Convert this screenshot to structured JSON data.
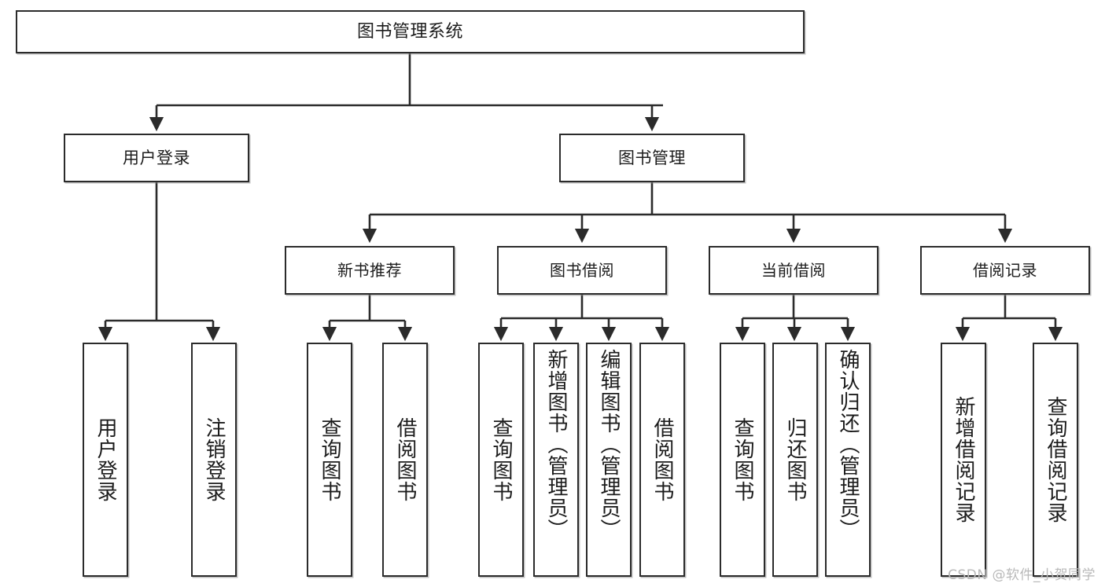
{
  "diagram": {
    "title": "图书管理系统",
    "type": "functional-decomposition-tree",
    "watermark": "CSDN @软件_小贺同学",
    "colors": {
      "background": "#ffffff",
      "box_border": "#2b2b2b",
      "box_fill": "#ffffff",
      "connector": "#2b2b2b",
      "text": "#1c1c1c",
      "watermark": "#b9b9b9"
    },
    "root": {
      "label": "图书管理系统"
    },
    "level2": [
      {
        "label": "用户登录"
      },
      {
        "label": "图书管理"
      }
    ],
    "level3": [
      {
        "label": "新书推荐"
      },
      {
        "label": "图书借阅"
      },
      {
        "label": "当前借阅"
      },
      {
        "label": "借阅记录"
      }
    ],
    "leaves": {
      "user_login": [
        {
          "label": "用户登录"
        },
        {
          "label": "注销登录"
        }
      ],
      "new_book_recommend": [
        {
          "label": "查询图书"
        },
        {
          "label": "借阅图书"
        }
      ],
      "book_borrow": [
        {
          "label": "查询图书"
        },
        {
          "label": "新增图书（管理员）"
        },
        {
          "label": "编辑图书（管理员）"
        },
        {
          "label": "借阅图书"
        }
      ],
      "current_borrow": [
        {
          "label": "查询图书"
        },
        {
          "label": "归还图书"
        },
        {
          "label": "确认归还（管理员）"
        }
      ],
      "borrow_record": [
        {
          "label": "新增借阅记录"
        },
        {
          "label": "查询借阅记录"
        }
      ]
    }
  }
}
